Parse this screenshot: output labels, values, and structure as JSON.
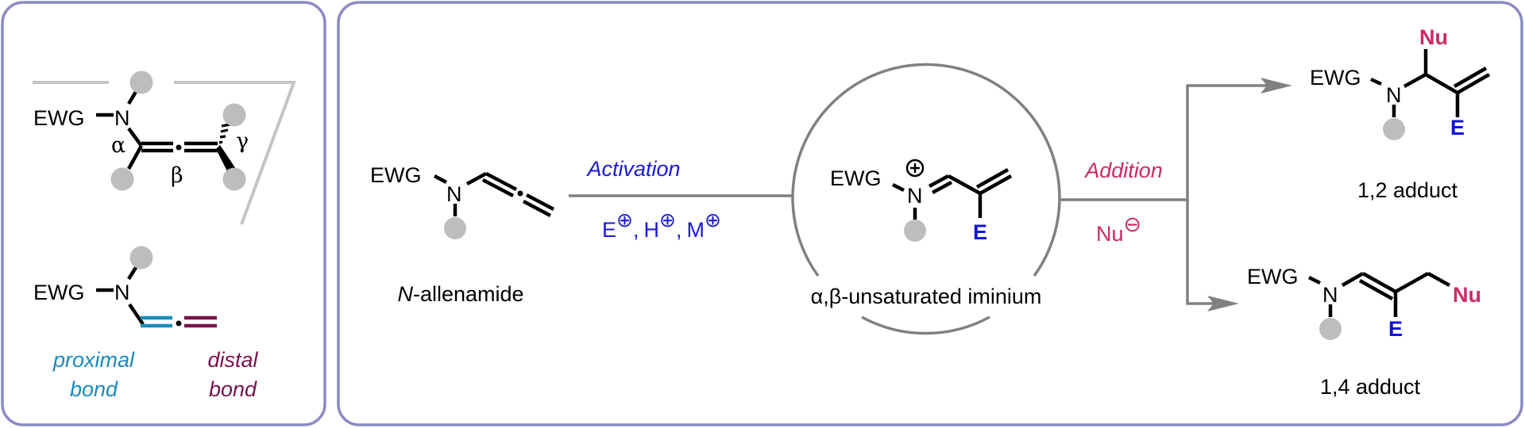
{
  "colors": {
    "panel_border": "#8a8ac4",
    "bond": "#000000",
    "substituent": "#bdbdbd",
    "arrow": "#808080",
    "activation": "#1a1ad6",
    "electrophile": "#1111dd",
    "nucleophile": "#cc2a66",
    "proximal": "#1a8bbf",
    "distal": "#7a1250"
  },
  "left_panel": {
    "top_structure": {
      "ewg": "EWG",
      "n": "N",
      "alpha": "α",
      "beta": "β",
      "gamma": "γ"
    },
    "bottom_structure": {
      "ewg": "EWG",
      "n": "N",
      "proximal_line1": "proximal",
      "proximal_line2": "bond",
      "distal_line1": "distal",
      "distal_line2": "bond"
    }
  },
  "scheme": {
    "allenamide": {
      "ewg": "EWG",
      "n": "N",
      "label_italic": "N",
      "label_rest": "-allenamide"
    },
    "activation": {
      "label": "Activation",
      "reagents": [
        {
          "symbol": "E",
          "charge": "⊕"
        },
        {
          "symbol": "H",
          "charge": "⊕"
        },
        {
          "symbol": "M",
          "charge": "⊕"
        }
      ],
      "separator": ","
    },
    "iminium": {
      "ewg": "EWG",
      "n": "N",
      "charge": "⊕",
      "e": "E",
      "label": "α,β-unsaturated iminium"
    },
    "addition": {
      "label": "Addition",
      "nucleophile": "Nu",
      "charge": "⊖"
    },
    "adduct_12": {
      "ewg": "EWG",
      "n": "N",
      "nu": "Nu",
      "e": "E",
      "label": "1,2 adduct"
    },
    "adduct_14": {
      "ewg": "EWG",
      "n": "N",
      "nu": "Nu",
      "e": "E",
      "label": "1,4 adduct"
    }
  }
}
